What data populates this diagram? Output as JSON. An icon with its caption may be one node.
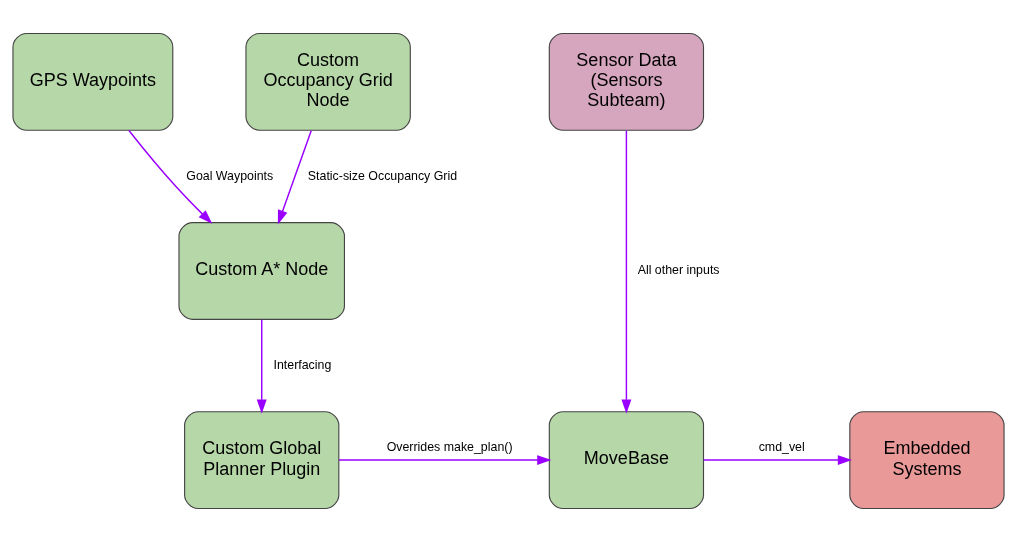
{
  "diagram": {
    "nodes": [
      {
        "text": [
          "GPS Waypoints"
        ]
      },
      {
        "text": [
          "Custom Occupancy Grid Node"
        ]
      },
      {
        "text": [
          "Sensor Data (Sensors Subteam)"
        ]
      },
      {
        "text": [
          "Custom A* Node"
        ]
      },
      {
        "text": [
          "Custom Global Planner Plugin"
        ]
      },
      {
        "text": [
          "MoveBase"
        ]
      },
      {
        "text": [
          "Embedded Systems"
        ]
      }
    ],
    "edges": [
      {
        "from": 0,
        "to": 3,
        "arrow": "to",
        "label": "Goal Waypoints"
      },
      {
        "from": 1,
        "to": 3,
        "arrow": "to",
        "label": "Static-size Occupancy Grid"
      },
      {
        "from": 2,
        "to": 5,
        "arrow": "to",
        "label": "All other inputs"
      },
      {
        "from": 3,
        "to": 4,
        "arrow": "to",
        "label": "Interfacing"
      },
      {
        "from": 4,
        "to": 5,
        "arrow": "to",
        "label": "Overrides make_plan()"
      },
      {
        "from": 5,
        "to": 6,
        "arrow": "to",
        "label": "cmd_vel"
      }
    ]
  }
}
